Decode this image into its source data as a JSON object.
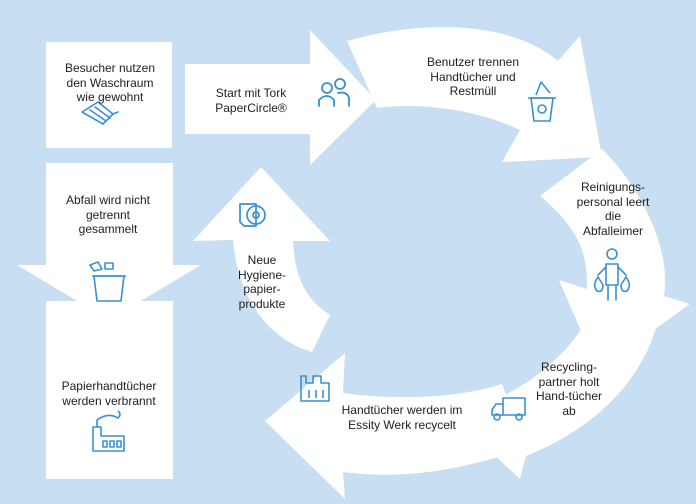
{
  "colors": {
    "background": "#c7def3",
    "shape": "#ffffff",
    "icon_stroke": "#3a8fd6",
    "text": "#1e1e1e"
  },
  "icons": [
    "hand-towel-icon",
    "people-icon",
    "recycling-bin-icon",
    "cleaner-with-bags-icon",
    "truck-icon",
    "factory-icon",
    "toilet-roll-icon",
    "trash-bin-icon",
    "incinerator-icon"
  ],
  "labels": {
    "visitors": "Besucher nutzen den Waschraum wie gewohnt",
    "start": "Start mit Tork PaperCircle®",
    "users_separate": "Benutzer trennen Handtücher und Restmüll",
    "cleaning_staff": "Reinigungs-personal leert die Abfalleimer",
    "recycling_partner": "Recycling-partner holt Hand-tücher ab",
    "recycled": "Handtücher werden im Essity Werk recycelt",
    "new_products": "Neue Hygiene-papier-produkte",
    "waste_not_separated": "Abfall wird nicht getrennt gesammelt",
    "towels_burned": "Papierhandtücher werden verbrannt"
  }
}
